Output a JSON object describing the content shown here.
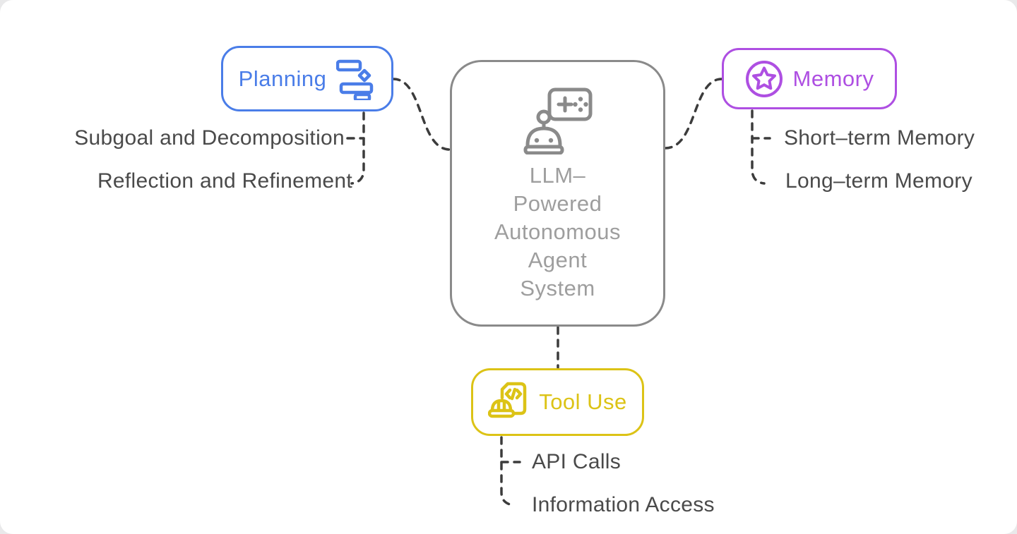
{
  "diagram": {
    "type": "mind-map",
    "background": "#ffffff"
  },
  "colors": {
    "planning": "#4a7de8",
    "memory": "#ae4fe2",
    "tool": "#dcc316",
    "center-border": "#8a8a8a",
    "center-text": "#9e9e9e",
    "label-text": "#4a4a4a",
    "connector": "#3c3c3c"
  },
  "nodes": {
    "center": {
      "icon": "robot-gamepad-icon",
      "lines": [
        "LLM–",
        "Powered",
        "Autonomous",
        "Agent",
        "System"
      ],
      "full_title": "LLM–Powered Autonomous Agent System"
    },
    "planning": {
      "label": "Planning",
      "icon": "gantt-chart-icon"
    },
    "memory": {
      "label": "Memory",
      "icon": "star-circle-icon"
    },
    "tool_use": {
      "label": "Tool Use",
      "icon": "code-document-hardhat-icon"
    }
  },
  "labels": {
    "planning_items": [
      "Subgoal and Decomposition",
      "Reflection and Refinement"
    ],
    "memory_items": [
      "Short–term Memory",
      "Long–term Memory"
    ],
    "tool_items": [
      "API Calls",
      "Information Access"
    ]
  }
}
